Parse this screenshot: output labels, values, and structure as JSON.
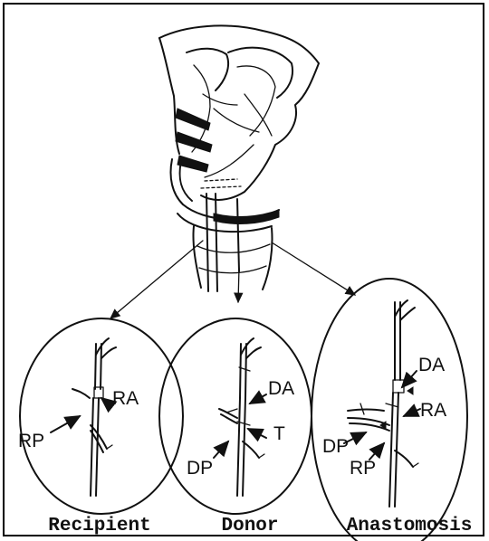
{
  "panels": {
    "recipient": {
      "caption": "Recipient",
      "labels": {
        "ra": "RA",
        "rp": "RP"
      }
    },
    "donor": {
      "caption": "Donor",
      "labels": {
        "da": "DA",
        "t": "T",
        "dp": "DP"
      }
    },
    "anastomosis": {
      "caption": "Anastomosis",
      "labels": {
        "da": "DA",
        "ra": "RA",
        "dp": "DP",
        "rp": "RP"
      }
    }
  }
}
